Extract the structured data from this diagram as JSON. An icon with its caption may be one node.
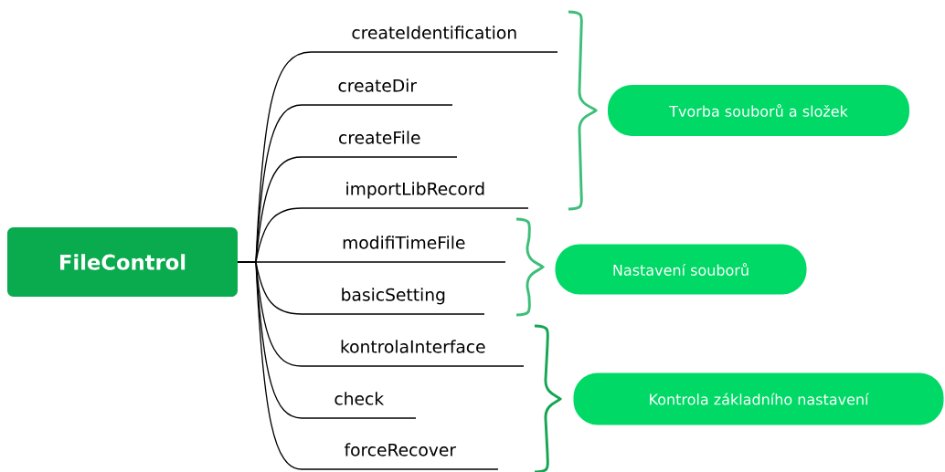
{
  "diagram": {
    "nodes": [
      {
        "text": [
          "FileControl"
        ]
      },
      {
        "text": [
          "createIdentification"
        ]
      },
      {
        "text": [
          "createDir"
        ]
      },
      {
        "text": [
          "createFile"
        ]
      },
      {
        "text": [
          "importLibRecord"
        ]
      },
      {
        "text": [
          "modifiTimeFile"
        ]
      },
      {
        "text": [
          "basicSetting"
        ]
      },
      {
        "text": [
          "kontrolaInterface"
        ]
      },
      {
        "text": [
          "check"
        ]
      },
      {
        "text": [
          "forceRecover"
        ]
      },
      {
        "text": [
          "Tvorba souborů a složek"
        ]
      },
      {
        "text": [
          "Nastavení souborů"
        ]
      },
      {
        "text": [
          "Kontrola základního nastavení"
        ]
      }
    ],
    "edges": [
      {
        "from": 0,
        "to": 1,
        "arrow": "none"
      },
      {
        "from": 0,
        "to": 2,
        "arrow": "none"
      },
      {
        "from": 0,
        "to": 3,
        "arrow": "none"
      },
      {
        "from": 0,
        "to": 4,
        "arrow": "none"
      },
      {
        "from": 0,
        "to": 5,
        "arrow": "none"
      },
      {
        "from": 0,
        "to": 6,
        "arrow": "none"
      },
      {
        "from": 0,
        "to": 7,
        "arrow": "none"
      },
      {
        "from": 0,
        "to": 8,
        "arrow": "none"
      },
      {
        "from": 0,
        "to": 9,
        "arrow": "none"
      }
    ]
  }
}
